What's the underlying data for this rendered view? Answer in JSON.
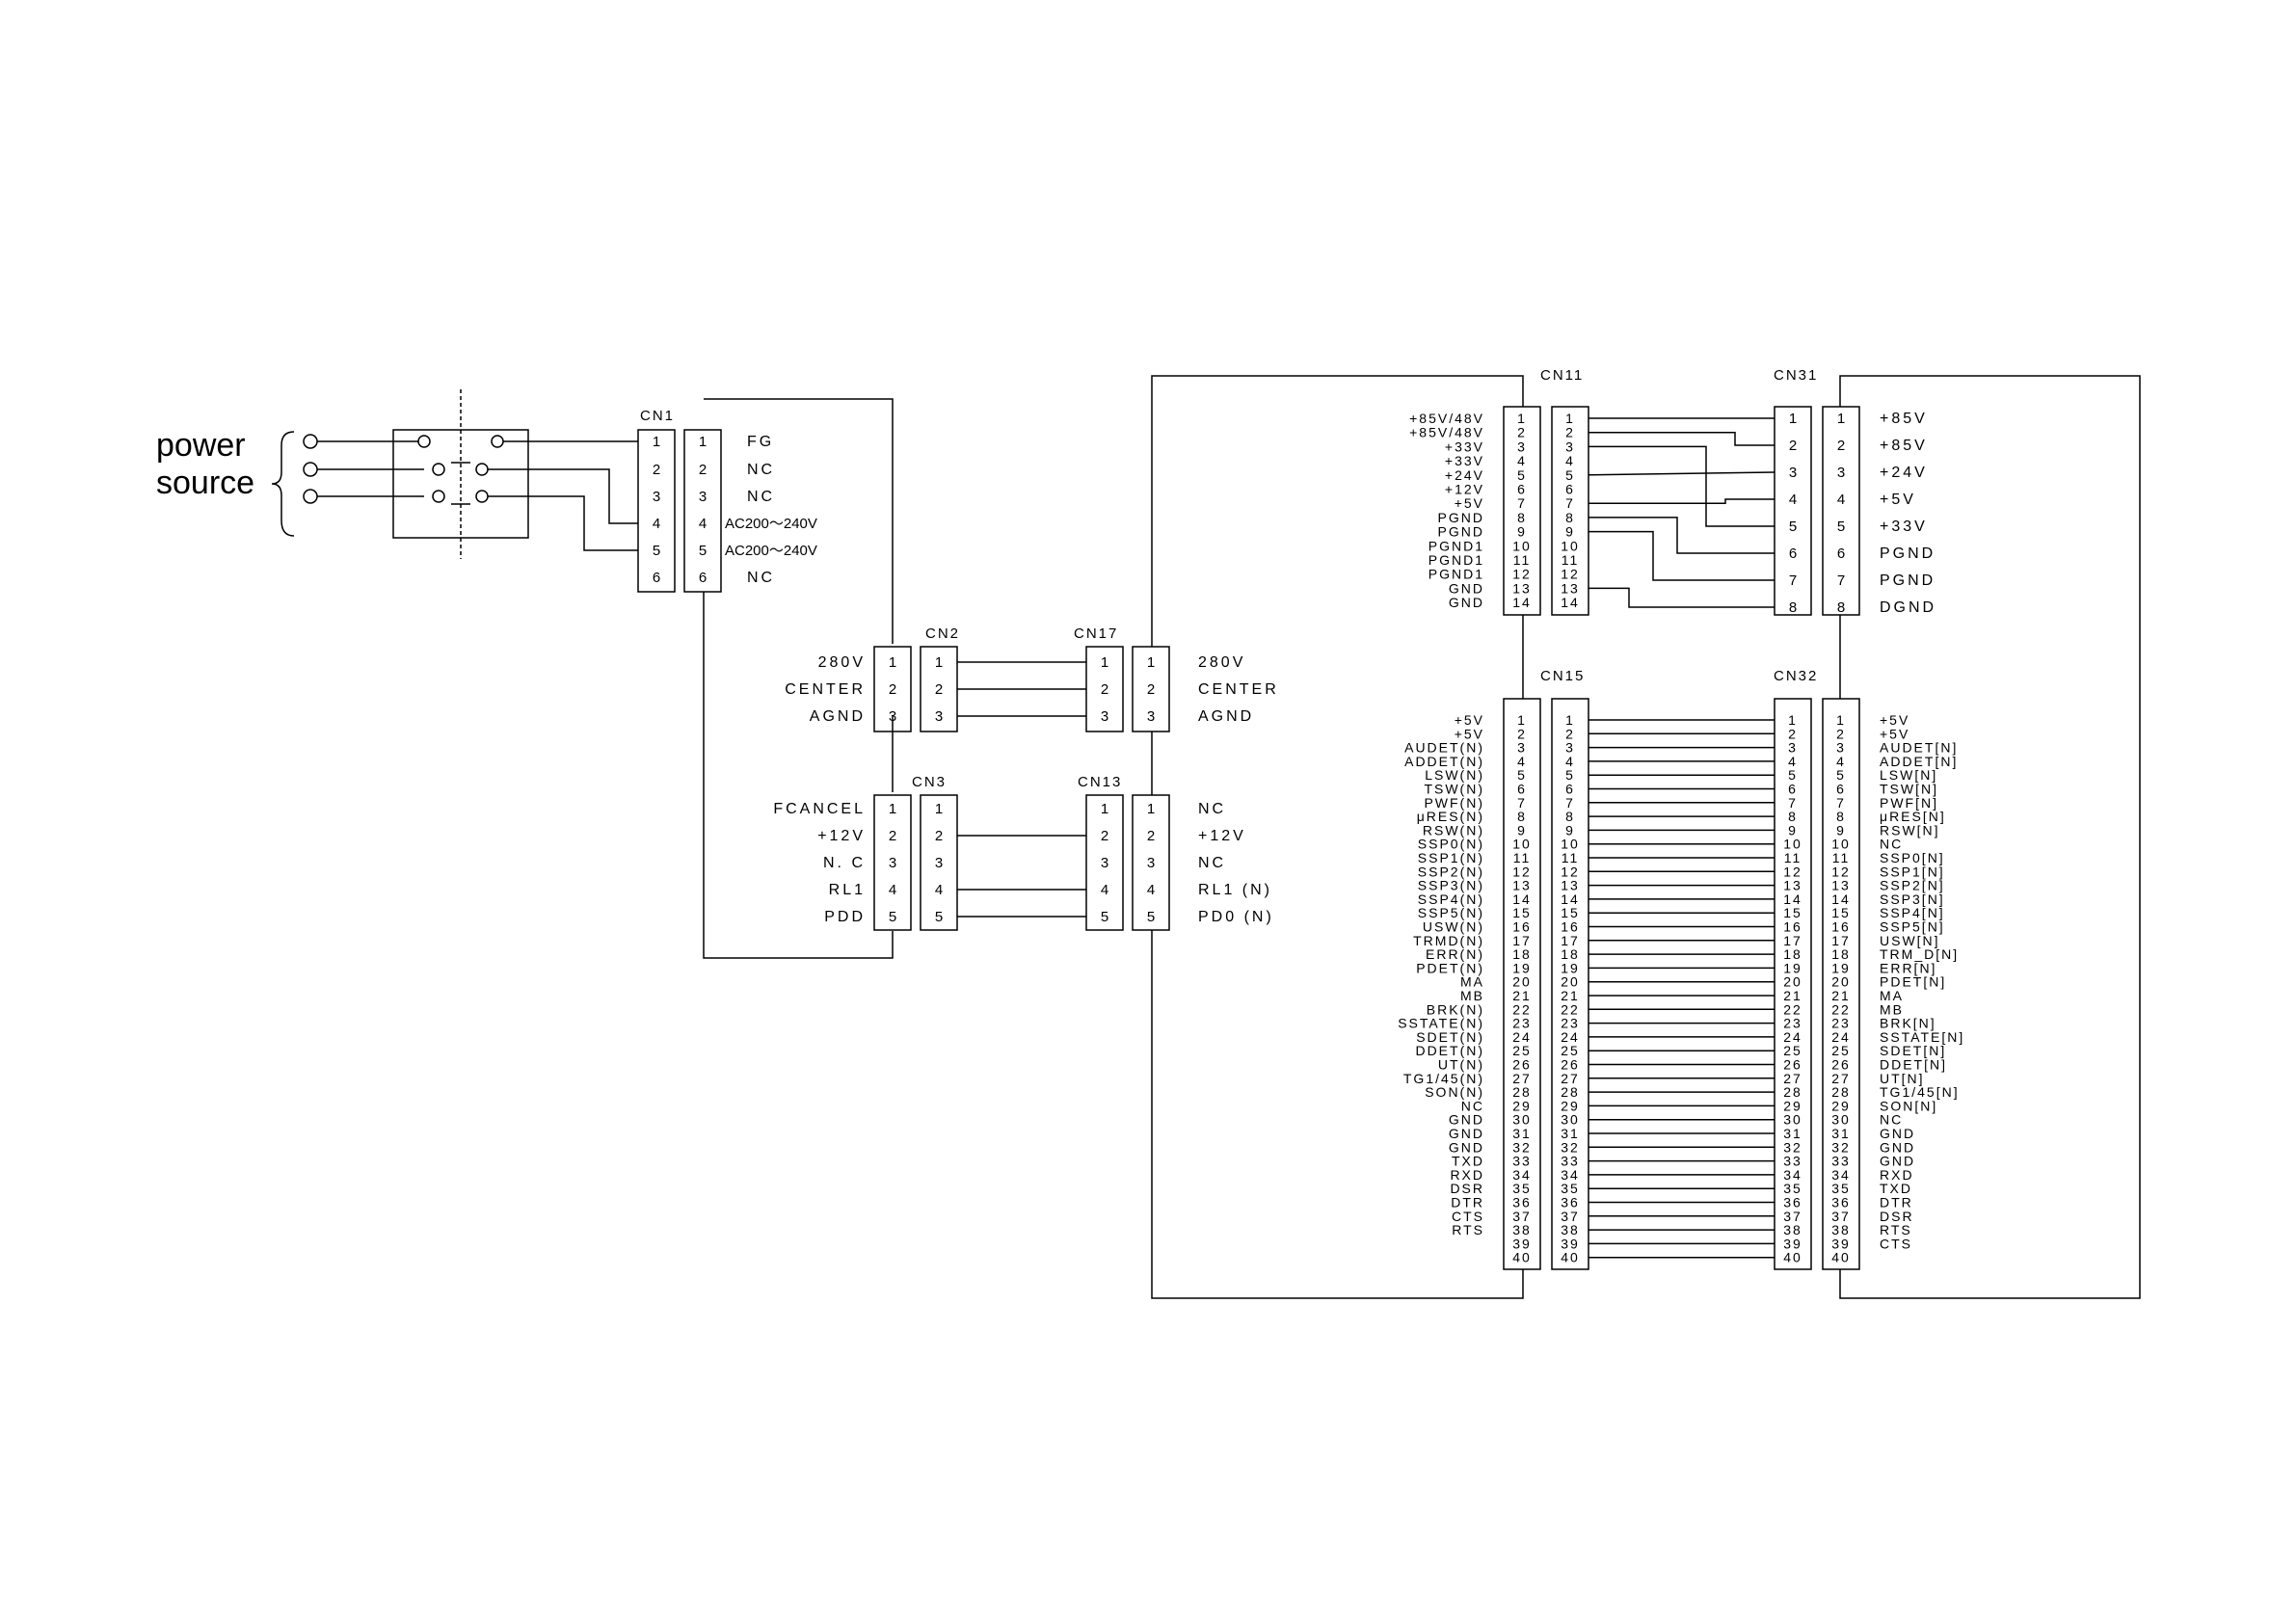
{
  "power_source": [
    "power",
    "source"
  ],
  "cn1": {
    "name": "CN1",
    "pins": [
      "1",
      "2",
      "3",
      "4",
      "5",
      "6"
    ],
    "labels": [
      "FG",
      "NC",
      "NC",
      "AC200～240V",
      "AC200～240V",
      "NC"
    ]
  },
  "cn2": {
    "name": "CN2",
    "pins": [
      "1",
      "2",
      "3"
    ],
    "left_labels": [
      "280V",
      "CENTER",
      "AGND"
    ]
  },
  "cn17": {
    "name": "CN17",
    "pins": [
      "1",
      "2",
      "3"
    ],
    "right_labels": [
      "280V",
      "CENTER",
      "AGND"
    ]
  },
  "cn3": {
    "name": "CN3",
    "pins": [
      "1",
      "2",
      "3",
      "4",
      "5"
    ],
    "left_labels": [
      "FCANCEL",
      "+12V",
      "N. C",
      "RL1",
      "PDD"
    ]
  },
  "cn13": {
    "name": "CN13",
    "pins": [
      "1",
      "2",
      "3",
      "4",
      "5"
    ],
    "right_labels": [
      "NC",
      "+12V",
      "NC",
      "RL1 (N)",
      "PD0 (N)"
    ]
  },
  "cn11": {
    "name": "CN11",
    "pins": [
      "1",
      "2",
      "3",
      "4",
      "5",
      "6",
      "7",
      "8",
      "9",
      "10",
      "11",
      "12",
      "13",
      "14"
    ],
    "labels": [
      "+85V/48V",
      "+85V/48V",
      "+33V",
      "+33V",
      "+24V",
      "+12V",
      "+5V",
      "PGND",
      "PGND",
      "PGND1",
      "PGND1",
      "PGND1",
      "GND",
      "GND"
    ]
  },
  "cn31": {
    "name": "CN31",
    "pins": [
      "1",
      "2",
      "3",
      "4",
      "5",
      "6",
      "7",
      "8"
    ],
    "labels": [
      "+85V",
      "+85V",
      "+24V",
      "+5V",
      "+33V",
      "PGND",
      "PGND",
      "DGND"
    ]
  },
  "cn15": {
    "name": "CN15",
    "pins": [
      "1",
      "2",
      "3",
      "4",
      "5",
      "6",
      "7",
      "8",
      "9",
      "10",
      "11",
      "12",
      "13",
      "14",
      "15",
      "16",
      "17",
      "18",
      "19",
      "20",
      "21",
      "22",
      "23",
      "24",
      "25",
      "26",
      "27",
      "28",
      "29",
      "30",
      "31",
      "32",
      "33",
      "34",
      "35",
      "36",
      "37",
      "38",
      "39",
      "40"
    ],
    "labels": [
      "+5V",
      "+5V",
      "AUDET(N)",
      "ADDET(N)",
      "LSW(N)",
      "TSW(N)",
      "PWF(N)",
      "μRES(N)",
      "RSW(N)",
      "SSP0(N)",
      "SSP1(N)",
      "SSP2(N)",
      "SSP3(N)",
      "SSP4(N)",
      "SSP5(N)",
      "USW(N)",
      "TRMD(N)",
      "ERR(N)",
      "PDET(N)",
      "MA",
      "MB",
      "BRK(N)",
      "SSTATE(N)",
      "SDET(N)",
      "DDET(N)",
      "UT(N)",
      "TG1/45(N)",
      "SON(N)",
      "NC",
      "GND",
      "GND",
      "GND",
      "TXD",
      "RXD",
      "DSR",
      "DTR",
      "CTS",
      "RTS",
      "",
      ""
    ]
  },
  "cn32": {
    "name": "CN32",
    "pins": [
      "1",
      "2",
      "3",
      "4",
      "5",
      "6",
      "7",
      "8",
      "9",
      "10",
      "11",
      "12",
      "13",
      "14",
      "15",
      "16",
      "17",
      "18",
      "19",
      "20",
      "21",
      "22",
      "23",
      "24",
      "25",
      "26",
      "27",
      "28",
      "29",
      "30",
      "31",
      "32",
      "33",
      "34",
      "35",
      "36",
      "37",
      "38",
      "39",
      "40"
    ],
    "labels": [
      "+5V",
      "+5V",
      "AUDET[N]",
      "ADDET[N]",
      "LSW[N]",
      "TSW[N]",
      "PWF[N]",
      "μRES[N]",
      "RSW[N]",
      "NC",
      "SSP0[N]",
      "SSP1[N]",
      "SSP2[N]",
      "SSP3[N]",
      "SSP4[N]",
      "SSP5[N]",
      "USW[N]",
      "TRM_D[N]",
      "ERR[N]",
      "PDET[N]",
      "MA",
      "MB",
      "BRK[N]",
      "SSTATE[N]",
      "SDET[N]",
      "DDET[N]",
      "UT[N]",
      "TG1/45[N]",
      "SON[N]",
      "NC",
      "GND",
      "GND",
      "GND",
      "RXD",
      "TXD",
      "DTR",
      "DSR",
      "RTS",
      "CTS",
      ""
    ]
  }
}
